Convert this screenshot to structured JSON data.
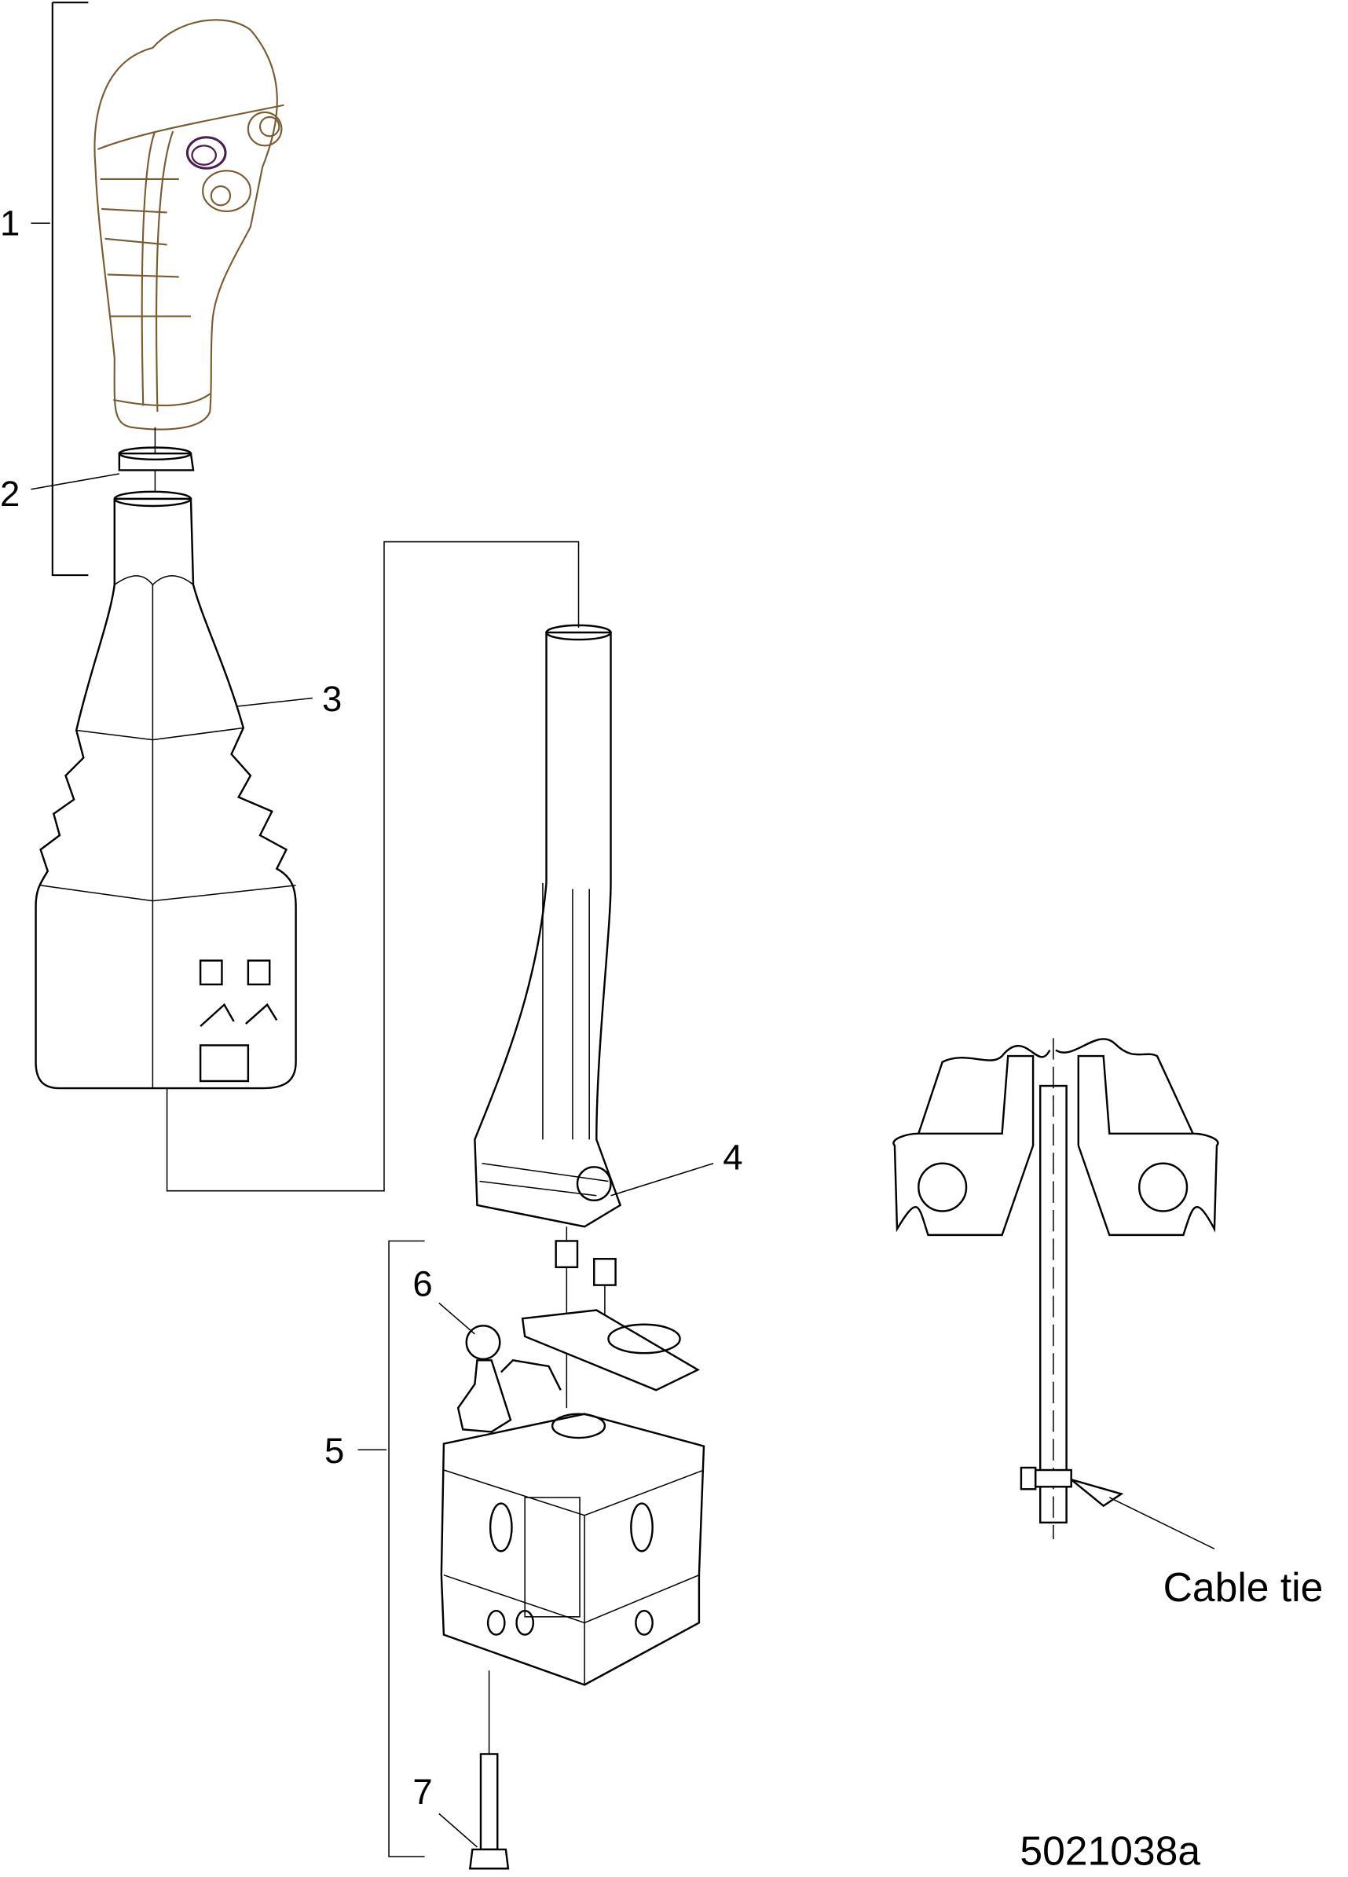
{
  "callouts": [
    "1",
    "2",
    "3",
    "4",
    "5",
    "6",
    "7"
  ],
  "detail_label": "Cable tie",
  "drawing_number": "5021038a",
  "colors": {
    "handle_outline": "#7a5a2e",
    "button": "#4a1f4f"
  }
}
